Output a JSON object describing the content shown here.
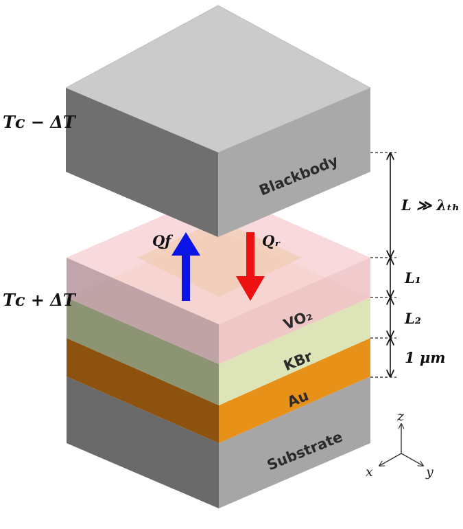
{
  "labels": {
    "blackbody": "Blackbody",
    "vo2": "VO₂",
    "kbr": "KBr",
    "au": "Au",
    "substrate": "Substrate"
  },
  "temps": {
    "cold": "Tᴄ − ΔT",
    "hot": "Tᴄ + ΔT"
  },
  "fluxes": {
    "forward": "Qƒ",
    "reverse": "Qᵣ",
    "forward_color": "#0a14e6",
    "reverse_color": "#ee1111"
  },
  "dimensions": {
    "gap": "L ≫ λₜₕ",
    "l1": "L₁",
    "l2": "L₂",
    "gold_thickness": "1 μm"
  },
  "axes": {
    "z": "z",
    "x": "x",
    "y": "y"
  },
  "colors": {
    "blackbody_top": "#cbcbcb",
    "blackbody_left": "#6f6f6f",
    "blackbody_right": "#a9a9a9",
    "vo2_tint": "#f2b8bd",
    "kbr_tint": "#d9e2b0",
    "gold_left": "#8e520f",
    "gold_right": "#e79118",
    "substrate_left": "#6a6a6a",
    "substrate_right": "#a6a6a6"
  }
}
